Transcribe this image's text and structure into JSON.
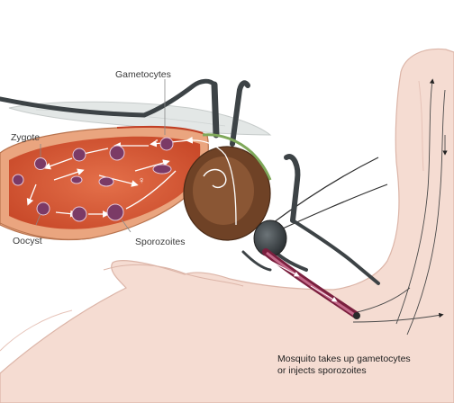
{
  "labels": {
    "gametocytes": "Gametocytes",
    "zygote": "Zygote",
    "oocyst": "Oocyst",
    "sporozoites": "Sporozoites"
  },
  "caption": {
    "line1": "Mosquito takes up gametocytes",
    "line2": "or injects sporozoites"
  },
  "symbols": {
    "male": "♂",
    "female": "♀"
  },
  "colors": {
    "skin": "#f5dcd2",
    "skin_outline": "#dcb5a8",
    "gut_outer": "#e9a07a",
    "gut_inner": "#d95c34",
    "head_brown": "#7a4a2a",
    "proboscis": "#8b2a4a",
    "legs": "#3d4346",
    "wing": "#dfe3e2",
    "parasite": "#8a3d6a"
  }
}
